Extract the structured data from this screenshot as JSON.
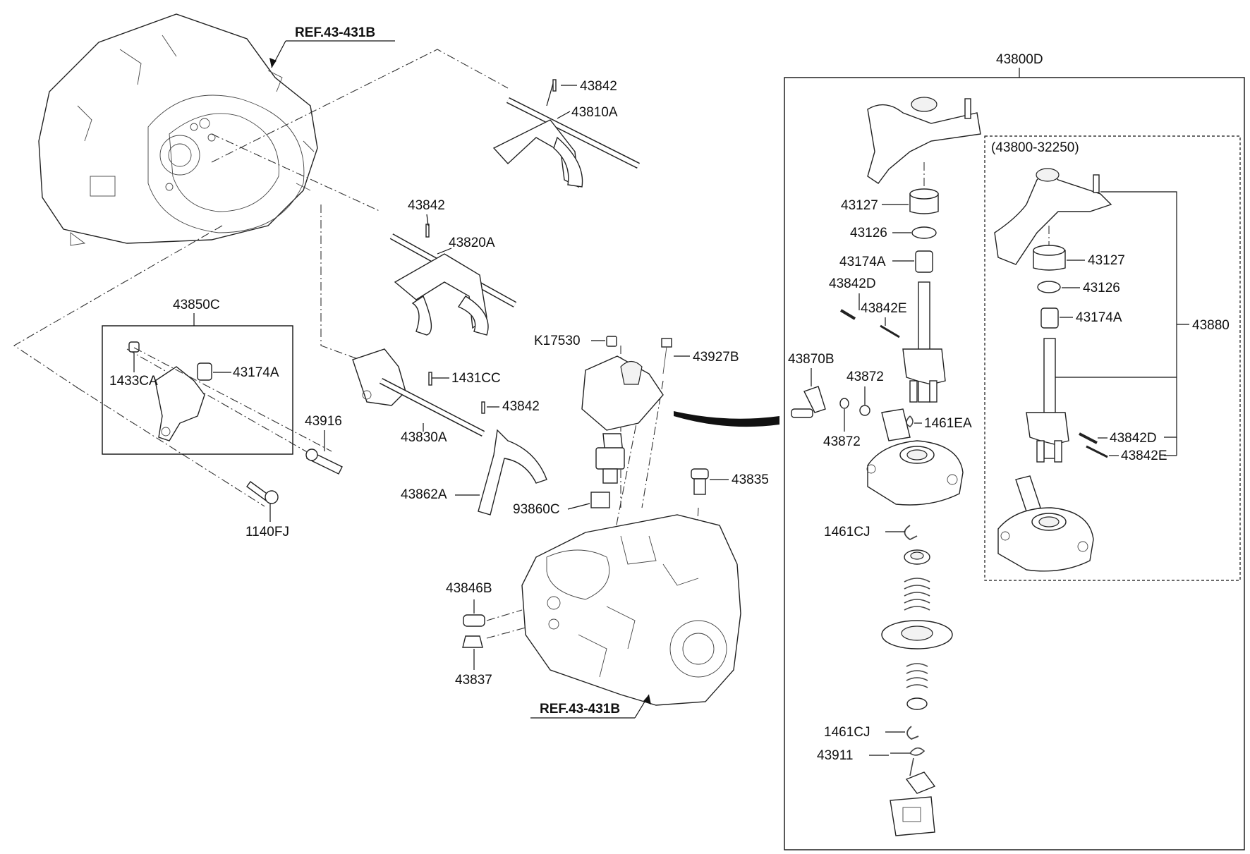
{
  "refs": {
    "top": "REF.43-431B",
    "bottom": "REF.43-431B"
  },
  "labels": {
    "p43842_a": "43842",
    "p43810A": "43810A",
    "p43842_b": "43842",
    "p43820A": "43820A",
    "p43850C": "43850C",
    "p1433CA": "1433CA",
    "p43174A_left": "43174A",
    "p43916": "43916",
    "p1140FJ": "1140FJ",
    "p1431CC": "1431CC",
    "p43842_c": "43842",
    "p43830A": "43830A",
    "p43862A": "43862A",
    "pK17530": "K17530",
    "p43927B": "43927B",
    "p93860C": "93860C",
    "p43835": "43835",
    "p43846B": "43846B",
    "p43837": "43837",
    "p43800D": "43800D",
    "p43127_a": "43127",
    "p43126_a": "43126",
    "p43174A_a": "43174A",
    "p43842D_a": "43842D",
    "p43842E_a": "43842E",
    "p43870B": "43870B",
    "p43872_a": "43872",
    "p43872_b": "43872",
    "p1461EA": "1461EA",
    "p1461CJ_a": "1461CJ",
    "p1461CJ_b": "1461CJ",
    "p43911": "43911",
    "kit_code": "(43800-32250)",
    "p43127_b": "43127",
    "p43126_b": "43126",
    "p43174A_b": "43174A",
    "p43880": "43880",
    "p43842D_b": "43842D",
    "p43842E_b": "43842E"
  }
}
